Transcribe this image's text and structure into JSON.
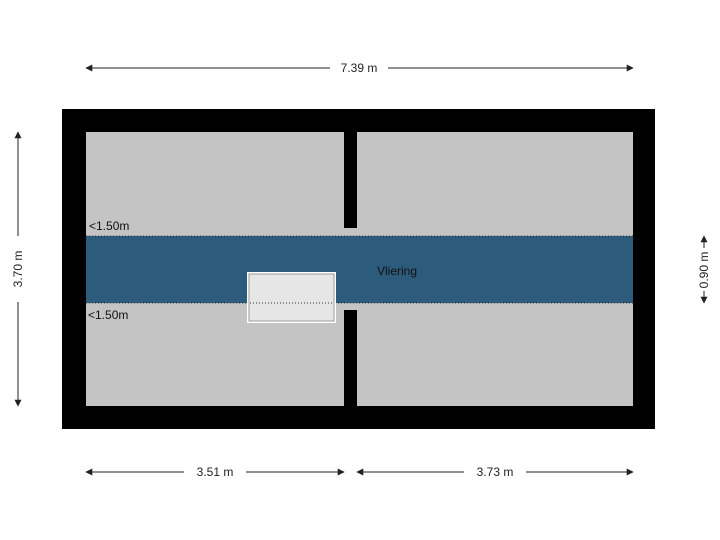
{
  "floorplan": {
    "room_name": "Vliering",
    "height_labels": {
      "upper": "<1.50m",
      "lower": "<1.50m"
    },
    "dimensions": {
      "top_width": "7.39 m",
      "left_height": "3.70 m",
      "right_band_height": "0.90 m",
      "bottom_left_width": "3.51 m",
      "bottom_right_width": "3.73 m"
    },
    "colors": {
      "wall": "#000000",
      "floor": "#c4c4c4",
      "band": "#2d5b7c",
      "skylight": "#e6e6e6"
    }
  }
}
